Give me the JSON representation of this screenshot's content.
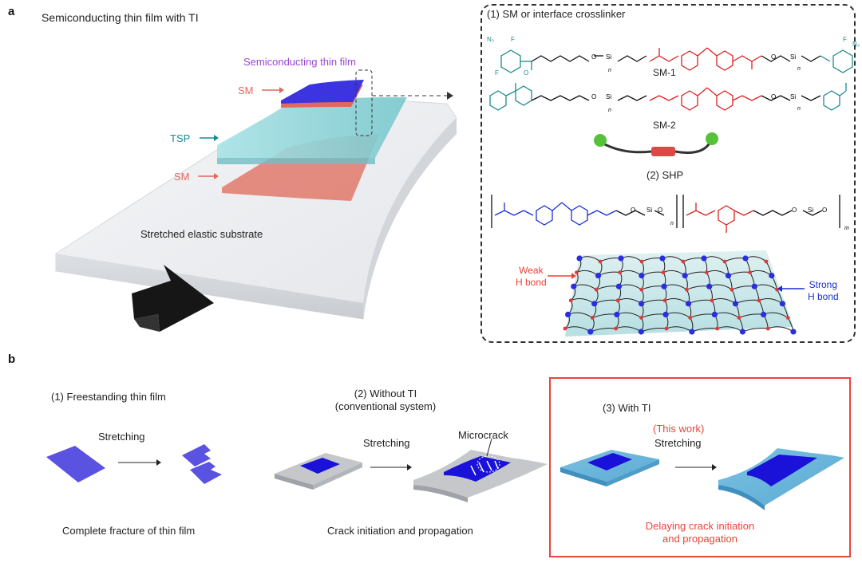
{
  "panel_a": {
    "letter": "a",
    "title": "Semiconducting thin film with TI",
    "labels": {
      "semiconducting": "Semiconducting thin film",
      "sm_top": "SM",
      "tsp": "TSP",
      "sm_bottom": "SM",
      "substrate": "Stretched elastic substrate"
    },
    "chemistry": {
      "section1": "(1) SM or interface crosslinker",
      "sm1": "SM-1",
      "sm2": "SM-2",
      "section2": "(2) SHP",
      "weak": "Weak\nH bond",
      "strong": "Strong\nH bond"
    }
  },
  "panel_b": {
    "letter": "b",
    "col1": {
      "title": "(1) Freestanding thin film",
      "stretch": "Stretching",
      "caption": "Complete fracture of thin film"
    },
    "col2": {
      "title": "(2) Without TI\n(conventional system)",
      "stretch": "Stretching",
      "microcrack": "Microcrack",
      "caption": "Crack initiation and propagation"
    },
    "col3": {
      "title": "(3) With TI",
      "this_work": "(This work)",
      "stretch": "Stretching",
      "caption": "Delaying crack initiation\nand propagation"
    }
  },
  "colors": {
    "film_blue": "#3b34e0",
    "sm_red": "#e06a5a",
    "tsp_cyan": "#8fd3d8",
    "semiconducting_label": "#9b44d6",
    "tsp_label": "#1a8a8f",
    "red_text": "#e8443a",
    "chem_teal": "#1a8c8c",
    "chem_red": "#e02020",
    "chem_blue": "#1a2fd0"
  }
}
